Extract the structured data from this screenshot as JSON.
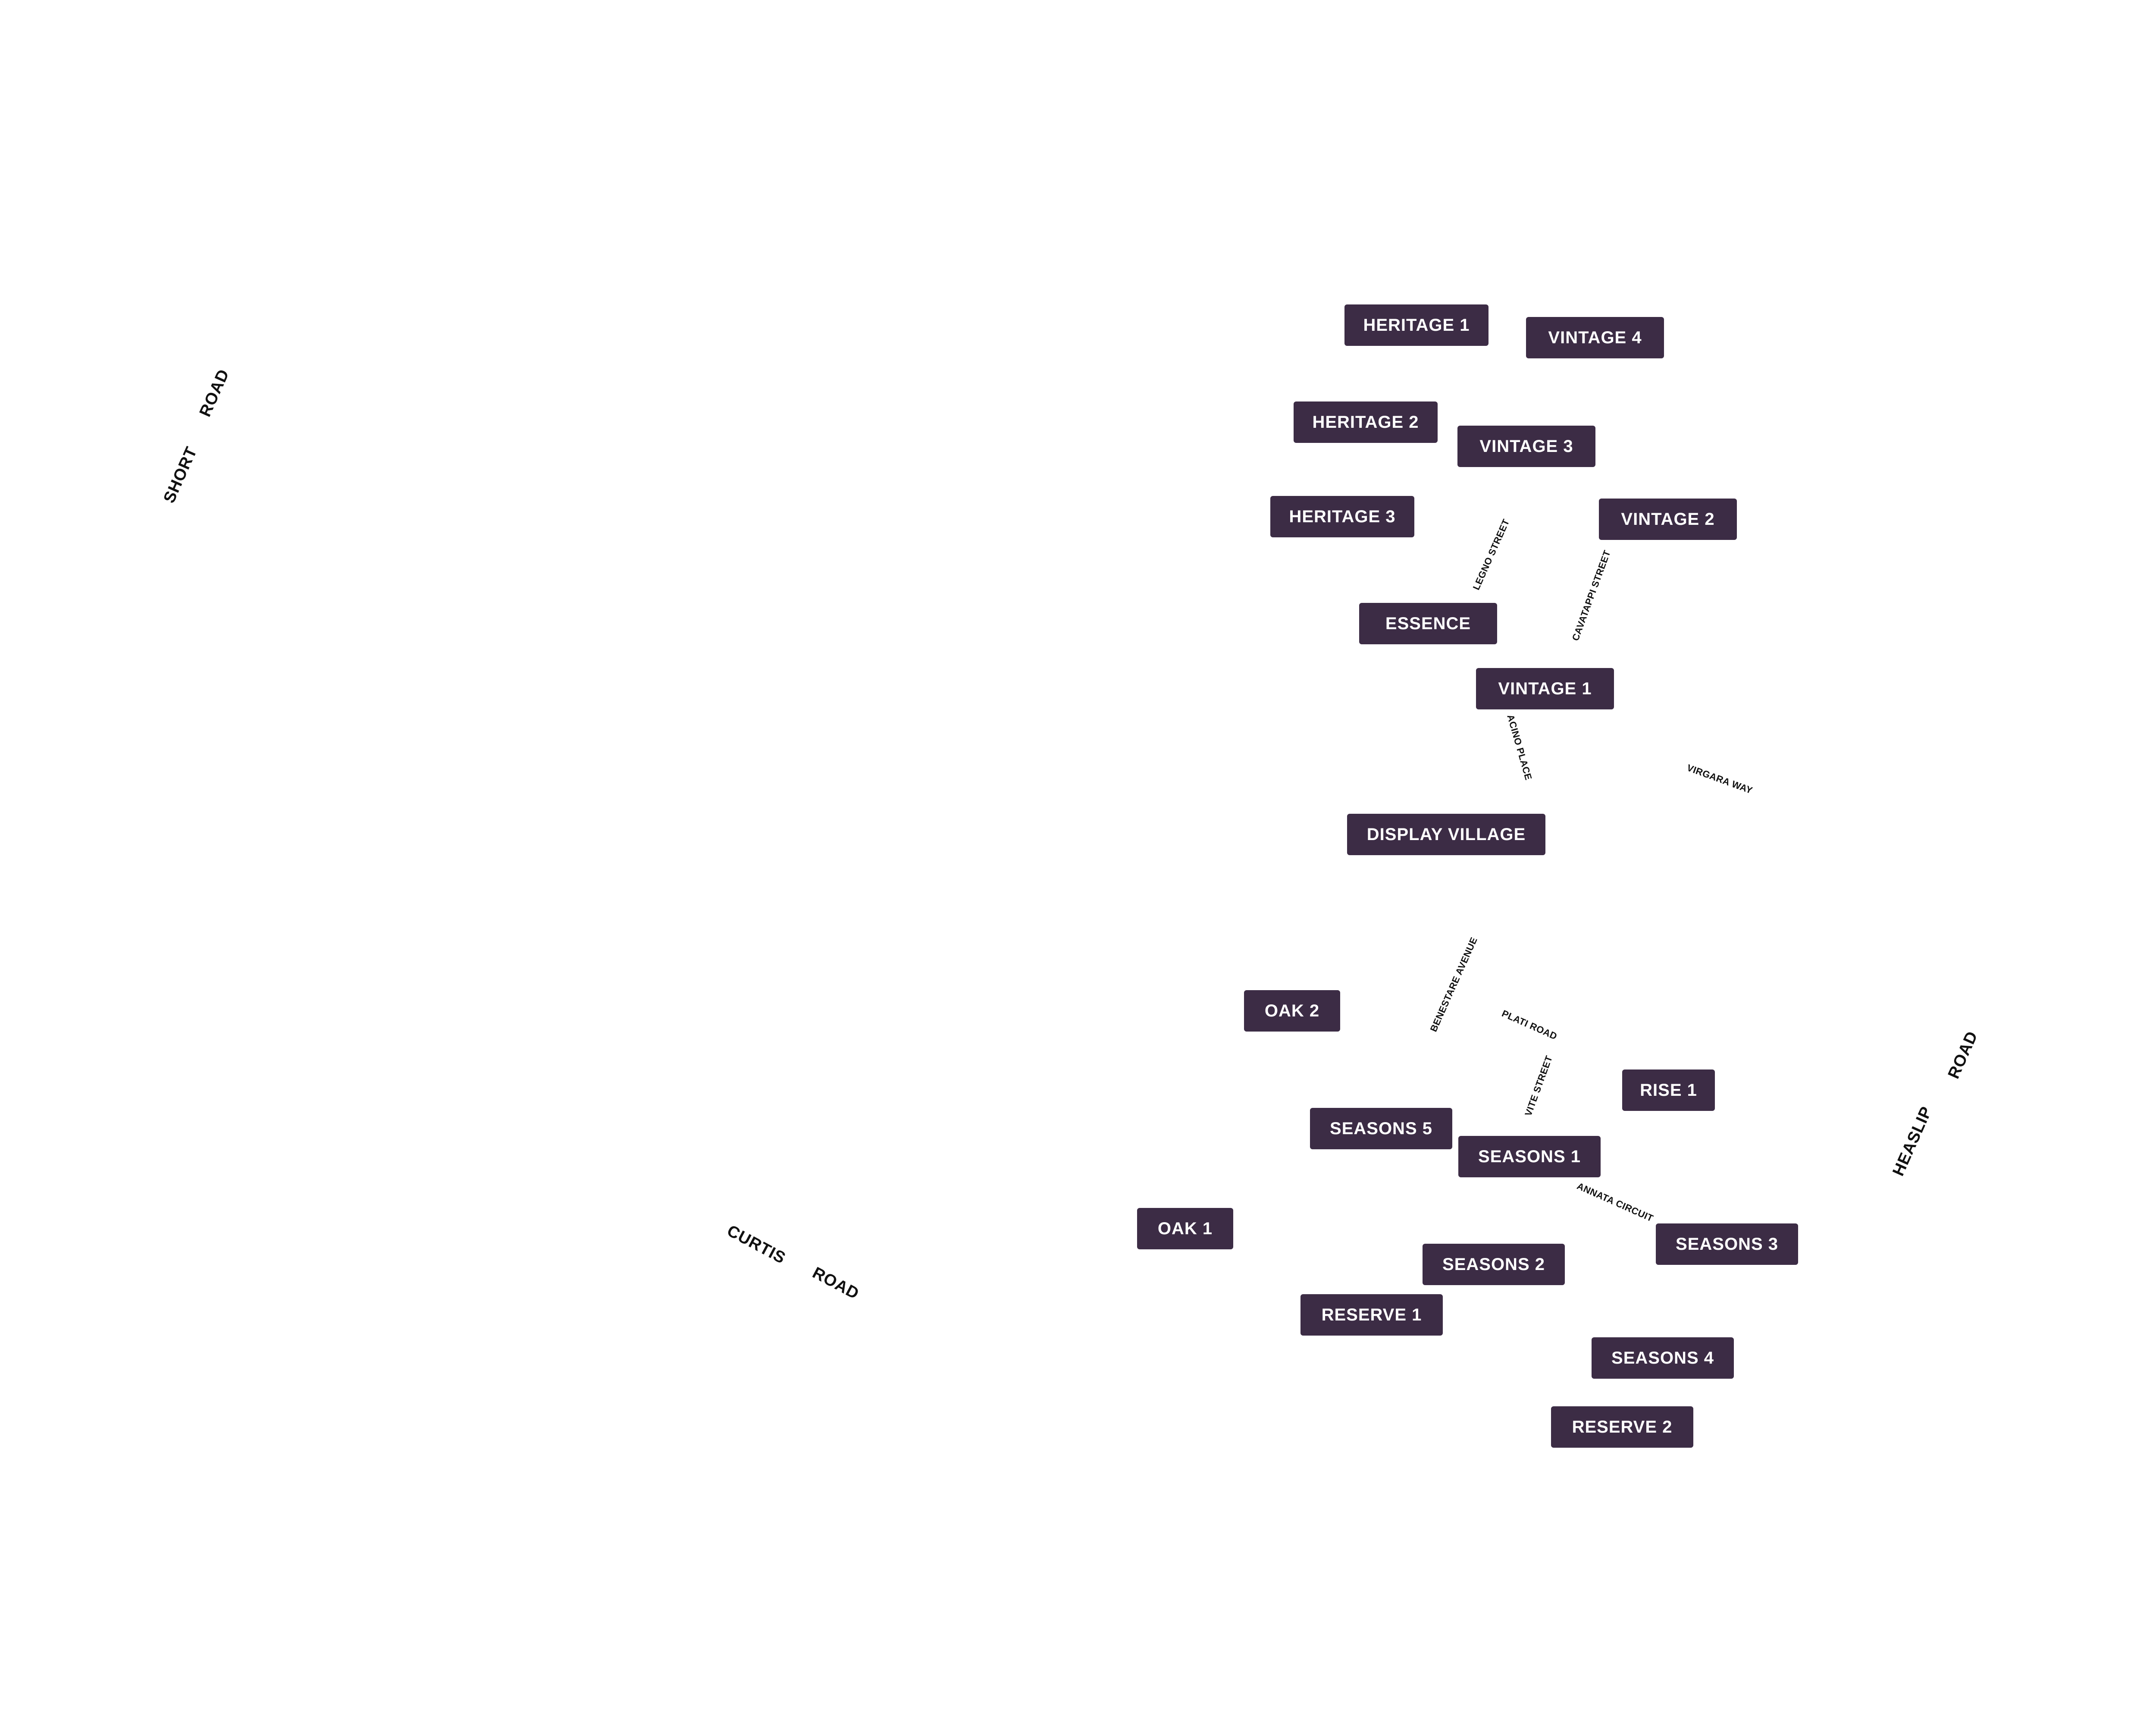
{
  "stages": {
    "heritage_1": "HERITAGE 1",
    "vintage_4": "VINTAGE 4",
    "heritage_2": "HERITAGE 2",
    "vintage_3": "VINTAGE 3",
    "heritage_3": "HERITAGE 3",
    "vintage_2": "VINTAGE 2",
    "essence": "ESSENCE",
    "vintage_1": "VINTAGE 1",
    "display_village": "DISPLAY VILLAGE",
    "oak_2": "OAK 2",
    "rise_1": "RISE 1",
    "seasons_5": "SEASONS 5",
    "seasons_1": "SEASONS 1",
    "oak_1": "OAK 1",
    "seasons_3": "SEASONS 3",
    "seasons_2": "SEASONS 2",
    "reserve_1": "RESERVE 1",
    "seasons_4": "SEASONS 4",
    "reserve_2": "RESERVE 2"
  },
  "roads": {
    "short": "SHORT",
    "short_road": "ROAD",
    "curtis": "CURTIS",
    "curtis_road": "ROAD",
    "heaslip": "HEASLIP",
    "heaslip_road": "ROAD"
  },
  "streets": {
    "legno": "LEGNO STREET",
    "cavatappi": "CAVATAPPI STREET",
    "acino": "ACINO PLACE",
    "virgara": "VIRGARA WAY",
    "benestare": "BENESTARE AVENUE",
    "plati": "PLATI ROAD",
    "vite": "VITE STREET",
    "annata": "ANNATA CIRCUIT"
  },
  "colors": {
    "label_bg": "#3c2c45",
    "label_text": "#ffffff",
    "road_text": "#111111",
    "background": "#ffffff"
  }
}
